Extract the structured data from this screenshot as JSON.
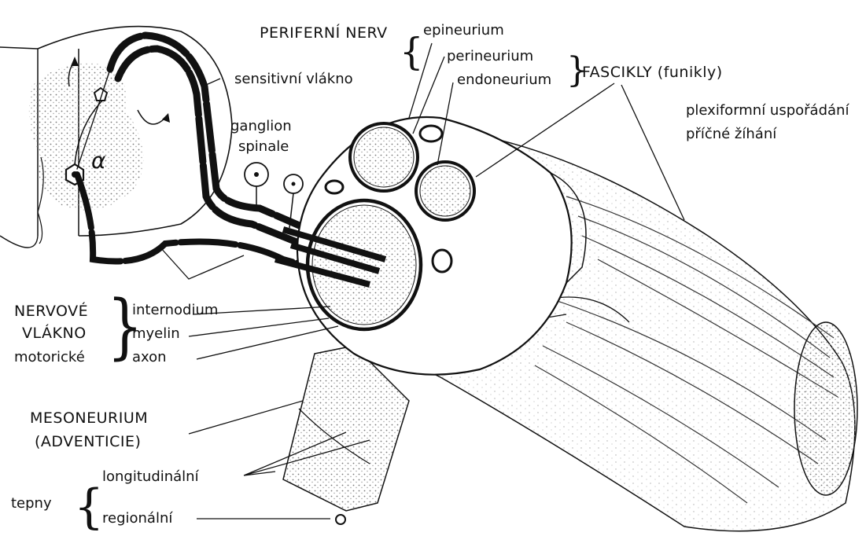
{
  "labels": {
    "periferni_nerv": "PERIFERNÍ NERV",
    "epineurium": "epineurium",
    "perineurium": "perineurium",
    "endoneurium": "endoneurium",
    "fascikly": "FASCIKLY (funikly)",
    "sensitivni": "sensitivní vlákno",
    "ganglion_line1": "ganglion",
    "ganglion_line2": "spinale",
    "plexiformni_line1": "plexiformní uspořádání",
    "plexiformni_line2": "příčné žíhání",
    "alpha": "α",
    "nervove_line1": "NERVOVÉ",
    "nervove_line2": "VLÁKNO",
    "motoricke": "motorické",
    "internodium": "internodium",
    "myelin": "myelin",
    "axon": "axon",
    "mesoneurium_line1": "MESONEURIUM",
    "mesoneurium_line2": "(ADVENTICIE)",
    "tepny": "tepny",
    "longitudinalni": "longitudinální",
    "regionalni": "regionální"
  },
  "colors": {
    "ink": "#111111",
    "paper": "#ffffff",
    "stipple": "#8a8a8a"
  }
}
